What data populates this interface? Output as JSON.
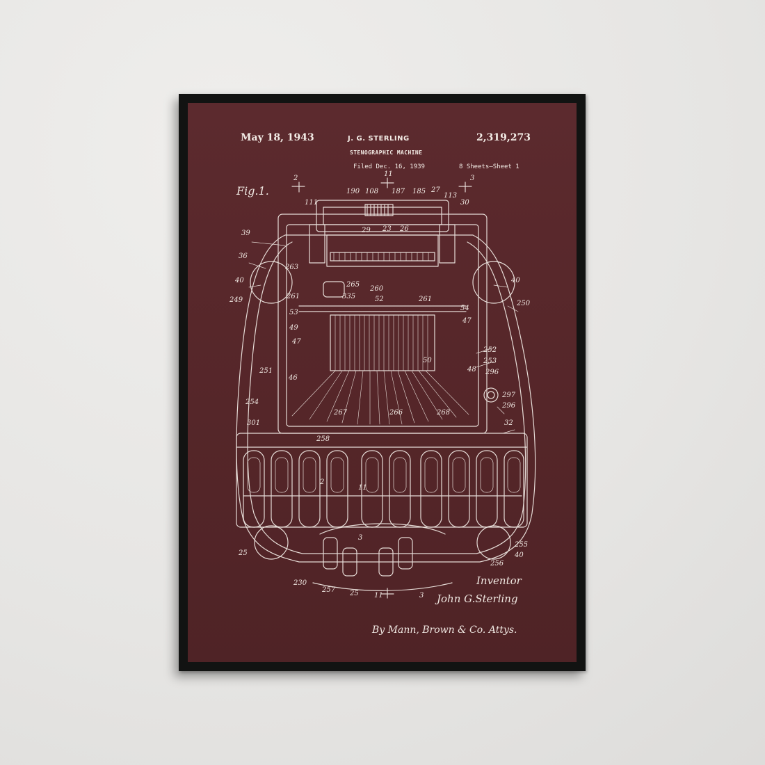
{
  "patent": {
    "date": "May 18, 1943",
    "inventor_header": "J. G. STERLING",
    "number": "2,319,273",
    "title": "STENOGRAPHIC MACHINE",
    "filed": "Filed Dec. 16, 1939",
    "sheets": "8 Sheets–Sheet 1"
  },
  "drawing": {
    "figure_label": "Fig.1.",
    "inventor_label": "Inventor",
    "inventor_name": "John G.Sterling",
    "attorneys": "By Mann, Brown & Co. Attys."
  },
  "reference_numerals": {
    "r2": "2",
    "r11": "11",
    "r3": "3",
    "r190": "190",
    "r108": "108",
    "r187": "187",
    "r185": "185",
    "r27": "27",
    "r113": "113",
    "r30": "30",
    "r111": "111",
    "r39": "39",
    "r29": "29",
    "r23": "23",
    "r26": "26",
    "r36": "36",
    "r263": "263",
    "r40a": "40",
    "r40b": "40",
    "r265": "265",
    "r260": "260",
    "r261a": "261",
    "r335": "335",
    "r52": "52",
    "r261b": "261",
    "r249": "249",
    "r250": "250",
    "r53": "53",
    "r54": "54",
    "r49": "49",
    "r47a": "47",
    "r47b": "47",
    "r252": "252",
    "r253": "253",
    "r48": "48",
    "r296a": "296",
    "r50": "50",
    "r251": "251",
    "r46": "46",
    "r297": "297",
    "r254": "254",
    "r296b": "296",
    "r267": "267",
    "r266": "266",
    "r268": "268",
    "r301": "301",
    "r32": "32",
    "r258": "258",
    "r2b": "2",
    "r11b": "11",
    "r3b": "3",
    "r25a": "25",
    "r255": "255",
    "r40c": "40",
    "r256": "256",
    "r230": "230",
    "r257": "257",
    "r25b": "25",
    "r11c": "11",
    "r3c": "3"
  },
  "colors": {
    "print_background": "#5a292c",
    "ink": "#f3ece6",
    "frame": "#121312",
    "wall": "#e9e8e6"
  }
}
